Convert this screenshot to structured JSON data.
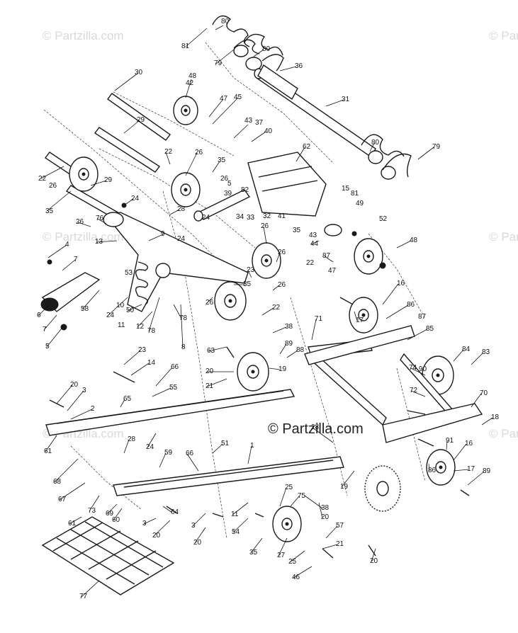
{
  "watermarks": [
    {
      "text": "© Partzilla.com"
    },
    {
      "text": "© Partzilla.com"
    },
    {
      "text": "© Partzilla.com"
    },
    {
      "text": "© Partzilla.com"
    },
    {
      "text": "© Partzilla.com"
    },
    {
      "text": "© Partzilla.com"
    }
  ],
  "brand": {
    "text": "© Partzilla.com"
  },
  "callouts": [
    {
      "n": "81"
    },
    {
      "n": "80"
    },
    {
      "n": "79"
    },
    {
      "n": "80"
    },
    {
      "n": "36"
    },
    {
      "n": "31"
    },
    {
      "n": "30"
    },
    {
      "n": "48"
    },
    {
      "n": "42"
    },
    {
      "n": "47"
    },
    {
      "n": "45"
    },
    {
      "n": "29"
    },
    {
      "n": "43"
    },
    {
      "n": "37"
    },
    {
      "n": "40"
    },
    {
      "n": "62"
    },
    {
      "n": "80"
    },
    {
      "n": "79"
    },
    {
      "n": "22"
    },
    {
      "n": "26"
    },
    {
      "n": "29"
    },
    {
      "n": "22"
    },
    {
      "n": "26"
    },
    {
      "n": "35"
    },
    {
      "n": "26"
    },
    {
      "n": "5"
    },
    {
      "n": "39"
    },
    {
      "n": "82"
    },
    {
      "n": "81"
    },
    {
      "n": "15"
    },
    {
      "n": "49"
    },
    {
      "n": "35"
    },
    {
      "n": "24"
    },
    {
      "n": "28"
    },
    {
      "n": "34"
    },
    {
      "n": "33"
    },
    {
      "n": "32"
    },
    {
      "n": "41"
    },
    {
      "n": "52"
    },
    {
      "n": "26"
    },
    {
      "n": "76"
    },
    {
      "n": "24"
    },
    {
      "n": "13"
    },
    {
      "n": "9"
    },
    {
      "n": "24"
    },
    {
      "n": "26"
    },
    {
      "n": "35"
    },
    {
      "n": "43"
    },
    {
      "n": "44"
    },
    {
      "n": "48"
    },
    {
      "n": "4"
    },
    {
      "n": "53"
    },
    {
      "n": "26"
    },
    {
      "n": "87"
    },
    {
      "n": "22"
    },
    {
      "n": "47"
    },
    {
      "n": "7"
    },
    {
      "n": "23"
    },
    {
      "n": "26"
    },
    {
      "n": "16"
    },
    {
      "n": "35"
    },
    {
      "n": "58"
    },
    {
      "n": "24"
    },
    {
      "n": "50"
    },
    {
      "n": "11"
    },
    {
      "n": "10"
    },
    {
      "n": "12"
    },
    {
      "n": "26"
    },
    {
      "n": "22"
    },
    {
      "n": "17"
    },
    {
      "n": "86"
    },
    {
      "n": "87"
    },
    {
      "n": "6"
    },
    {
      "n": "7"
    },
    {
      "n": "78"
    },
    {
      "n": "78"
    },
    {
      "n": "71"
    },
    {
      "n": "38"
    },
    {
      "n": "85"
    },
    {
      "n": "5"
    },
    {
      "n": "8"
    },
    {
      "n": "63"
    },
    {
      "n": "89"
    },
    {
      "n": "88"
    },
    {
      "n": "84"
    },
    {
      "n": "83"
    },
    {
      "n": "23"
    },
    {
      "n": "14"
    },
    {
      "n": "20"
    },
    {
      "n": "19"
    },
    {
      "n": "66"
    },
    {
      "n": "21"
    },
    {
      "n": "74"
    },
    {
      "n": "90"
    },
    {
      "n": "55"
    },
    {
      "n": "20"
    },
    {
      "n": "3"
    },
    {
      "n": "2"
    },
    {
      "n": "65"
    },
    {
      "n": "72"
    },
    {
      "n": "70"
    },
    {
      "n": "18"
    },
    {
      "n": "28"
    },
    {
      "n": "24"
    },
    {
      "n": "61"
    },
    {
      "n": "91"
    },
    {
      "n": "1"
    },
    {
      "n": "16"
    },
    {
      "n": "59"
    },
    {
      "n": "66"
    },
    {
      "n": "28"
    },
    {
      "n": "51"
    },
    {
      "n": "86"
    },
    {
      "n": "17"
    },
    {
      "n": "89"
    },
    {
      "n": "68"
    },
    {
      "n": "19"
    },
    {
      "n": "67"
    },
    {
      "n": "25"
    },
    {
      "n": "75"
    },
    {
      "n": "11"
    },
    {
      "n": "20"
    },
    {
      "n": "38"
    },
    {
      "n": "73"
    },
    {
      "n": "69"
    },
    {
      "n": "60"
    },
    {
      "n": "64"
    },
    {
      "n": "3"
    },
    {
      "n": "20"
    },
    {
      "n": "54"
    },
    {
      "n": "20"
    },
    {
      "n": "3"
    },
    {
      "n": "35"
    },
    {
      "n": "57"
    },
    {
      "n": "21"
    },
    {
      "n": "61"
    },
    {
      "n": "27"
    },
    {
      "n": "25"
    },
    {
      "n": "20"
    },
    {
      "n": "46"
    },
    {
      "n": "77"
    }
  ]
}
